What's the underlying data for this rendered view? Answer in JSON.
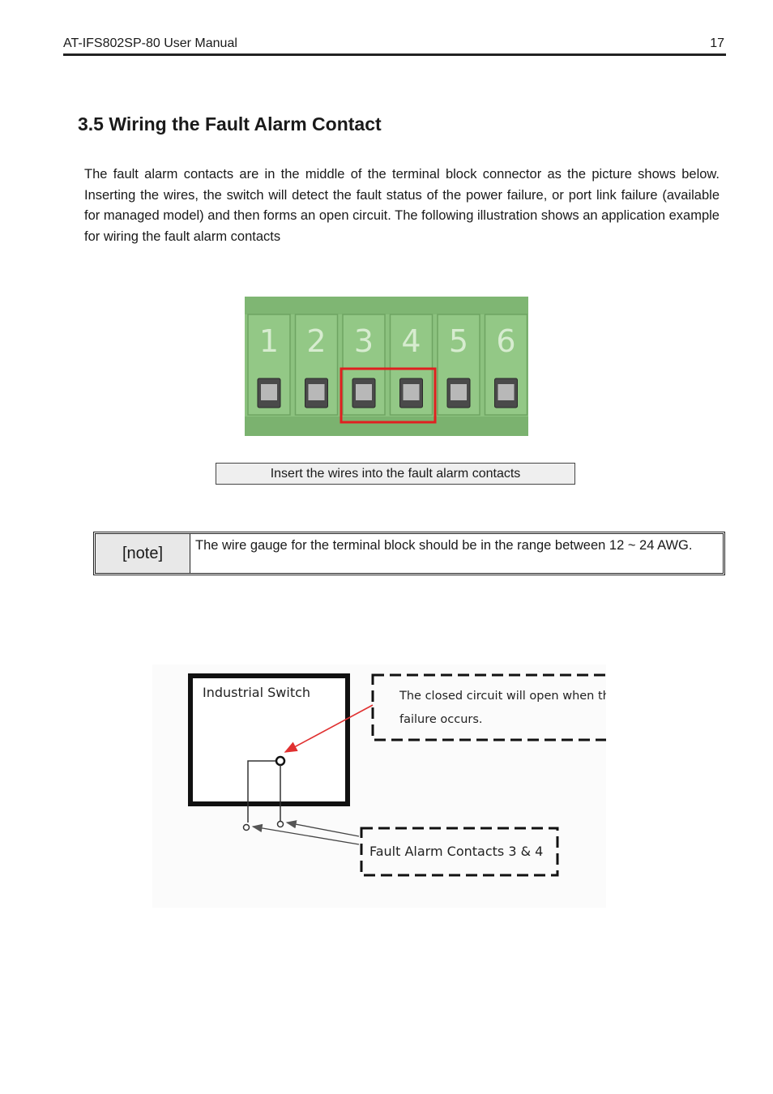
{
  "header": {
    "doc_title": "AT-IFS802SP-80 User Manual",
    "page_number": "17"
  },
  "section": {
    "title": "3.5 Wiring the Fault Alarm Contact"
  },
  "body": {
    "paragraph": "The fault alarm contacts are in the middle of the terminal block connector as the picture shows below. Inserting the wires, the switch will detect the fault status of the power failure, or port link failure (available for managed model) and then forms an open circuit. The following illustration shows an application example for wiring the fault alarm contacts"
  },
  "terminal_block": {
    "pin_numbers": [
      "1",
      "2",
      "3",
      "4",
      "5",
      "6"
    ],
    "highlighted_pins": [
      "3",
      "4"
    ],
    "colors": {
      "body": "#8cc27f",
      "highlight": "#e02020"
    }
  },
  "caption": "Insert the wires into the fault alarm contacts",
  "note": {
    "label": "[note]",
    "text": "The wire gauge for the terminal block should be in the range between 12 ~ 24 AWG."
  },
  "diagram": {
    "switch_label": "Industrial Switch",
    "callout_line1": "The closed circuit will open when the",
    "callout_line2": "failure occurs.",
    "contacts_label": "Fault Alarm Contacts 3 & 4",
    "arrow_color": "#e03030"
  }
}
